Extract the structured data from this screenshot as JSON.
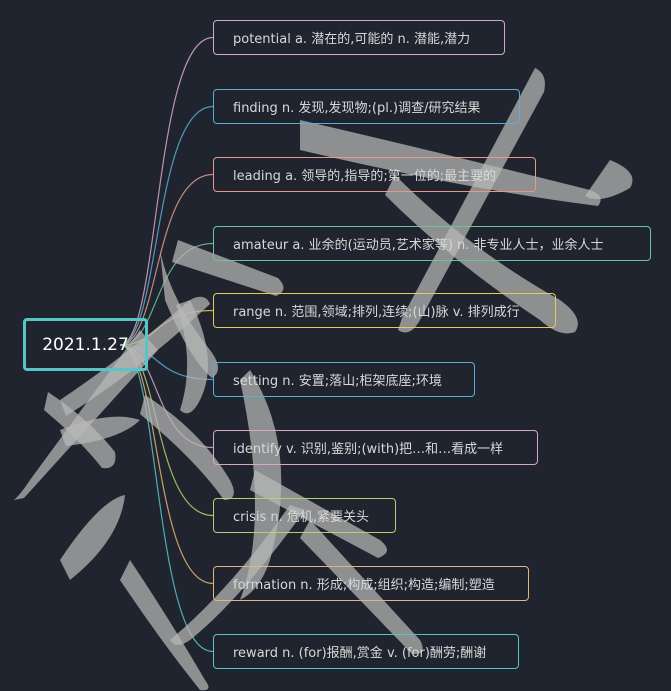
{
  "root": {
    "label": "2021.1.27",
    "color": "#56c5c8"
  },
  "nodes": [
    {
      "text": "potential a. 潜在的,可能的 n. 潜能,潜力",
      "color": "#d8a6c8"
    },
    {
      "text": "finding n. 发现,发现物;(pl.)调查/研究结果",
      "color": "#5aaed6"
    },
    {
      "text": "leading a. 领导的,指导的;第一位的;最主要的",
      "color": "#e59a8a"
    },
    {
      "text": "amateur a. 业余的(运动员,艺术家等) n. 非专业人士，业余人士",
      "color": "#6cc49a"
    },
    {
      "text": "range n. 范围,领域;排列,连续;(山)脉 v. 排列成行",
      "color": "#e8c95c"
    },
    {
      "text": "setting n. 安置;落山;柜架底座;环境",
      "color": "#5aaed6"
    },
    {
      "text": "identify v. 识别,鉴别;(with)把…和…看成一样",
      "color": "#d8a6c8"
    },
    {
      "text": "crisis n. 危机,紧要关头",
      "color": "#b5d16a"
    },
    {
      "text": "formation n. 形成;构成;组织;构造;编制;塑造",
      "color": "#e5b47a"
    },
    {
      "text": "reward n. (for)报酬,赏金 v. (for)酬劳;酬谢",
      "color": "#56c5c8"
    }
  ]
}
